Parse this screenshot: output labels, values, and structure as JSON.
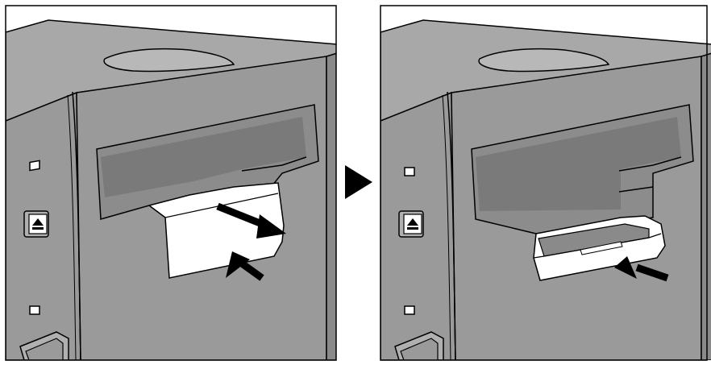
{
  "figure": {
    "panels": [
      {
        "id": "before",
        "description_icon": "tray-eject-step-1"
      },
      {
        "id": "after",
        "description_icon": "tray-eject-step-2"
      }
    ],
    "transition_icon": "play-triangle-arrow",
    "colors": {
      "body": "#9a9a9a",
      "body_dark": "#7f7f7f",
      "top": "#aaaaaa",
      "slot": "#8a8a8a",
      "tray": "#ffffff",
      "ink": "#000000"
    }
  }
}
